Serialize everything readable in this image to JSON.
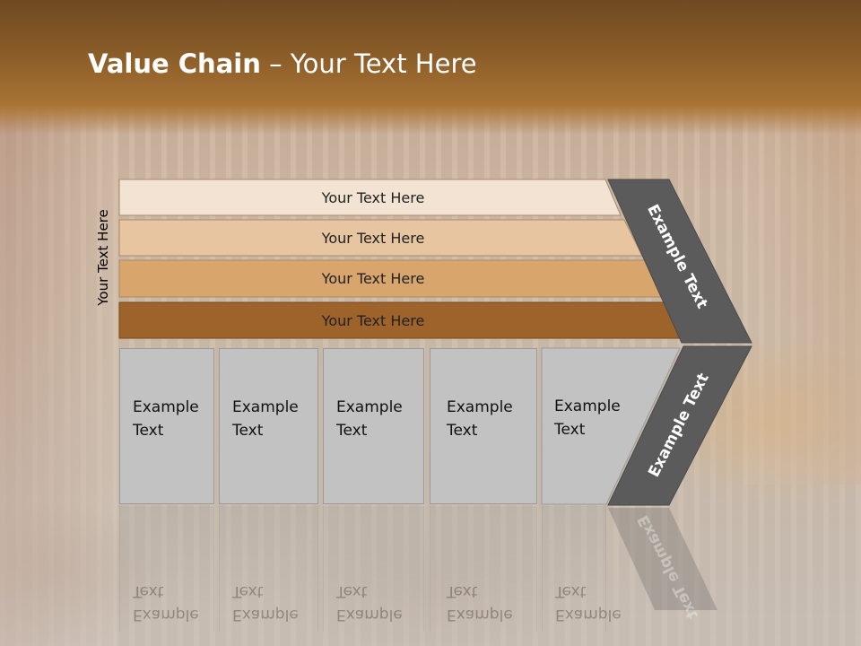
{
  "title": {
    "bold": "Value Chain",
    "rest": " – Your Text Here"
  },
  "side_label": "Your Text Here",
  "bands": [
    {
      "label": "Your Text Here",
      "color": "#f2e3d2"
    },
    {
      "label": "Your Text Here",
      "color": "#e6c5a0"
    },
    {
      "label": "Your Text Here",
      "color": "#d8a56d"
    },
    {
      "label": "Your Text Here",
      "color": "#9e622b"
    }
  ],
  "columns": [
    {
      "line1": "Example",
      "line2": "Text"
    },
    {
      "line1": "Example",
      "line2": "Text"
    },
    {
      "line1": "Example",
      "line2": "Text"
    },
    {
      "line1": "Example",
      "line2": "Text"
    },
    {
      "line1": "Example",
      "line2": "Text"
    }
  ],
  "chevron": {
    "upper_label": "Example Text",
    "lower_label": "Example Text",
    "color": "#5b5b5b"
  },
  "colors": {
    "title_bar": "#8a5c28",
    "column_fill": "#c2c2c2"
  }
}
